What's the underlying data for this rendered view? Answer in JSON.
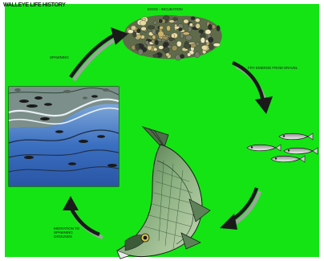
{
  "title": "WALLEYE LIFE HISTORY",
  "stages": {
    "eggs": "EGGS - INCUBATION",
    "fry": "FRY EMERGE FROM GRAVEL",
    "migration": "MIGRATION TO SPAWNING GROUNDS",
    "spawning": "SPAWNING"
  },
  "colors": {
    "background": "#14e414",
    "arrow": "#1a1a1a",
    "arrow_shadow": "#9aa59a",
    "water": "#2e63b8",
    "fish_body": "#6f9a6a"
  },
  "icons": [
    "egg-cluster-icon",
    "fry-fish-icon",
    "walleye-fish-icon",
    "cycle-arrow-icon",
    "stream-scene-icon"
  ]
}
